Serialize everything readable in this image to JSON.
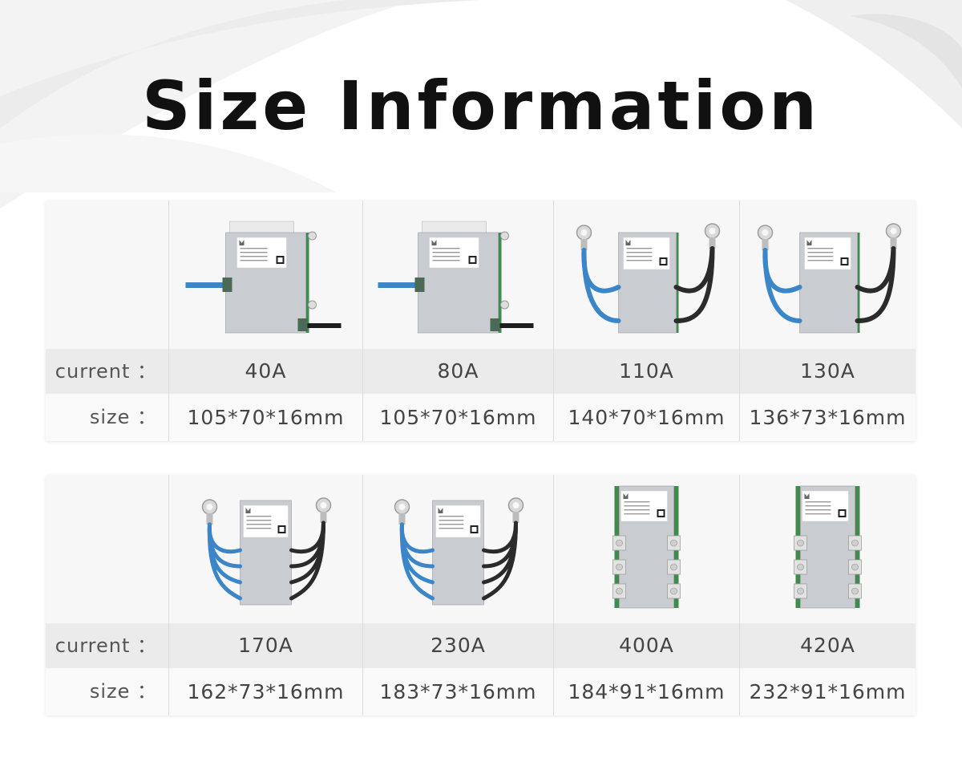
{
  "title": "Size Information",
  "labels": {
    "current": "current ：",
    "size": "size ："
  },
  "colors": {
    "background": "#ffffff",
    "board_metal": "#c9ccd0",
    "pcb_green": "#3f8b4e",
    "blue_cable": "#3a86c8",
    "black_cable": "#2b2b2b"
  },
  "tables": [
    {
      "products": [
        {
          "current": "40A",
          "size": "105*70*16mm",
          "kind": "antenna"
        },
        {
          "current": "80A",
          "size": "105*70*16mm",
          "kind": "antenna"
        },
        {
          "current": "110A",
          "size": "140*70*16mm",
          "kind": "cables2"
        },
        {
          "current": "130A",
          "size": "136*73*16mm",
          "kind": "cables2"
        }
      ]
    },
    {
      "products": [
        {
          "current": "170A",
          "size": "162*73*16mm",
          "kind": "cables4"
        },
        {
          "current": "230A",
          "size": "183*73*16mm",
          "kind": "cables4"
        },
        {
          "current": "400A",
          "size": "184*91*16mm",
          "kind": "terminals"
        },
        {
          "current": "420A",
          "size": "232*91*16mm",
          "kind": "terminals"
        }
      ]
    }
  ]
}
